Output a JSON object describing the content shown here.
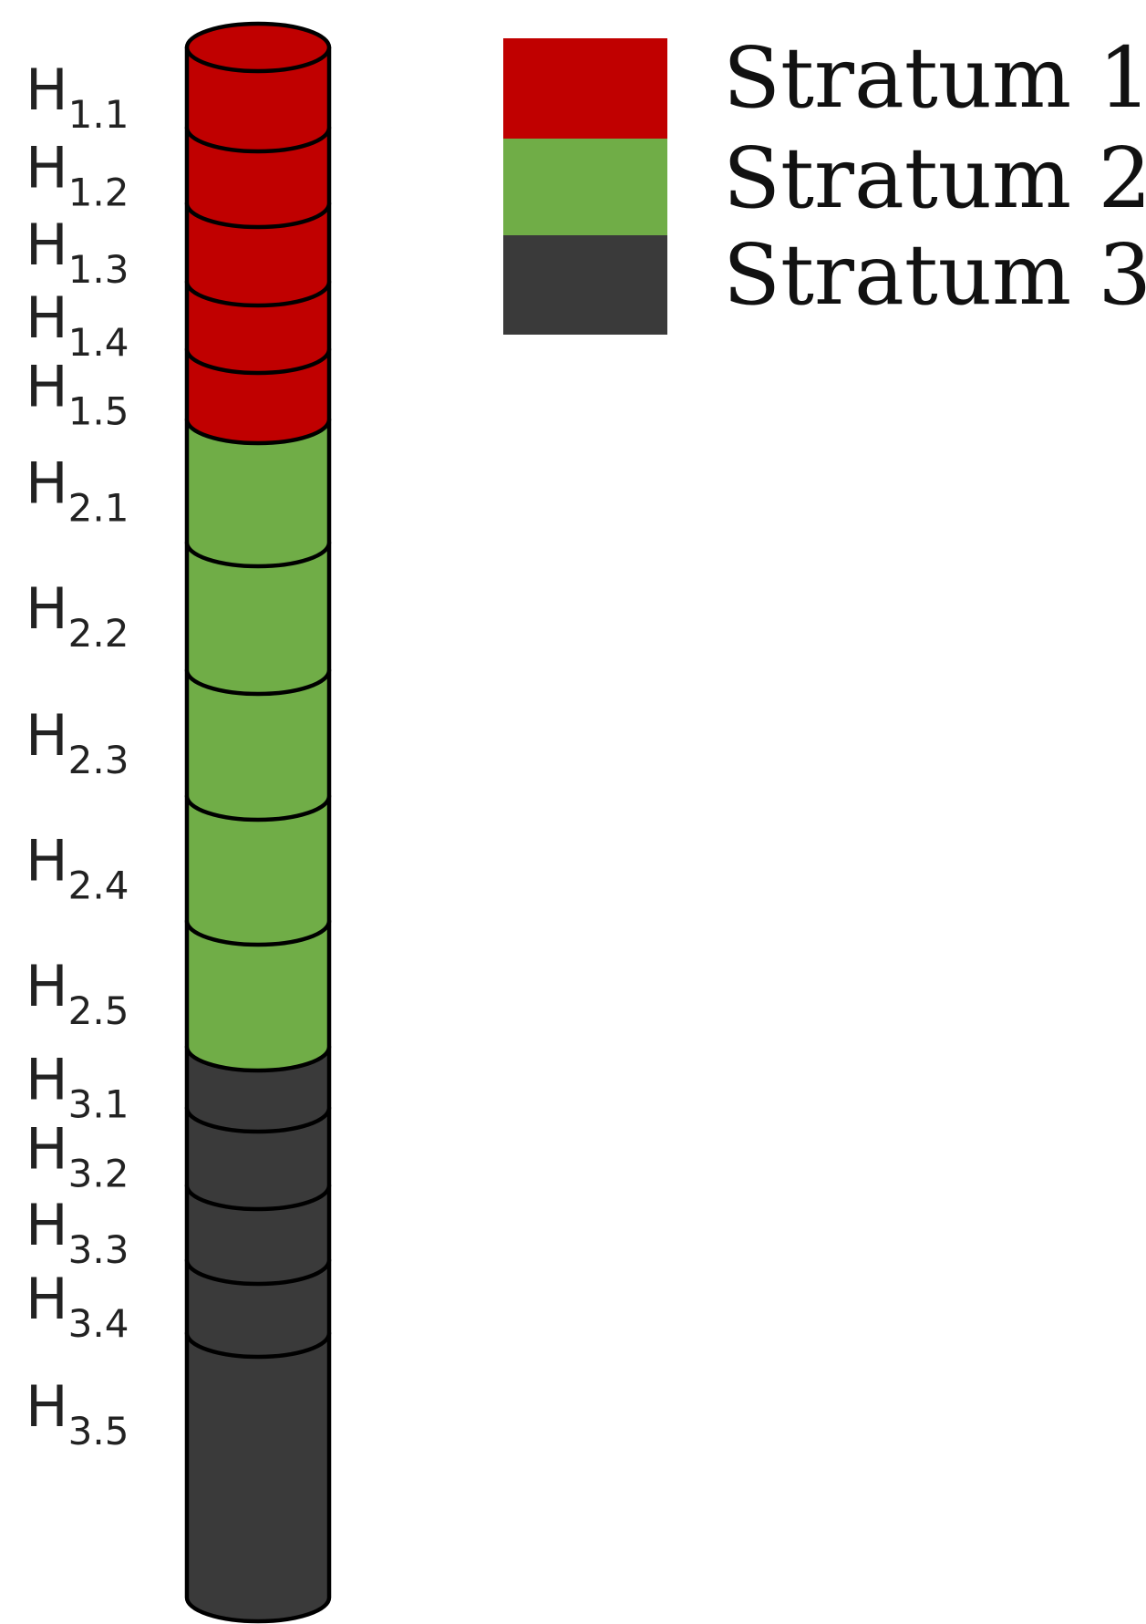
{
  "legend": [
    {
      "label": "Stratum 1",
      "color": "#c00000"
    },
    {
      "label": "Stratum 2",
      "color": "#70ad47"
    },
    {
      "label": "Stratum 3",
      "color": "#3a3a3a"
    }
  ],
  "layers": [
    {
      "base": "H",
      "sub": "1.1",
      "stratum": 0
    },
    {
      "base": "H",
      "sub": "1.2",
      "stratum": 0
    },
    {
      "base": "H",
      "sub": "1.3",
      "stratum": 0
    },
    {
      "base": "H",
      "sub": "1.4",
      "stratum": 0
    },
    {
      "base": "H",
      "sub": "1.5",
      "stratum": 0
    },
    {
      "base": "H",
      "sub": "2.1",
      "stratum": 1
    },
    {
      "base": "H",
      "sub": "2.2",
      "stratum": 1
    },
    {
      "base": "H",
      "sub": "2.3",
      "stratum": 1
    },
    {
      "base": "H",
      "sub": "2.4",
      "stratum": 1
    },
    {
      "base": "H",
      "sub": "2.5",
      "stratum": 1
    },
    {
      "base": "H",
      "sub": "3.1",
      "stratum": 2
    },
    {
      "base": "H",
      "sub": "3.2",
      "stratum": 2
    },
    {
      "base": "H",
      "sub": "3.3",
      "stratum": 2
    },
    {
      "base": "H",
      "sub": "3.4",
      "stratum": 2
    },
    {
      "base": "H",
      "sub": "3.5",
      "stratum": 2
    }
  ]
}
